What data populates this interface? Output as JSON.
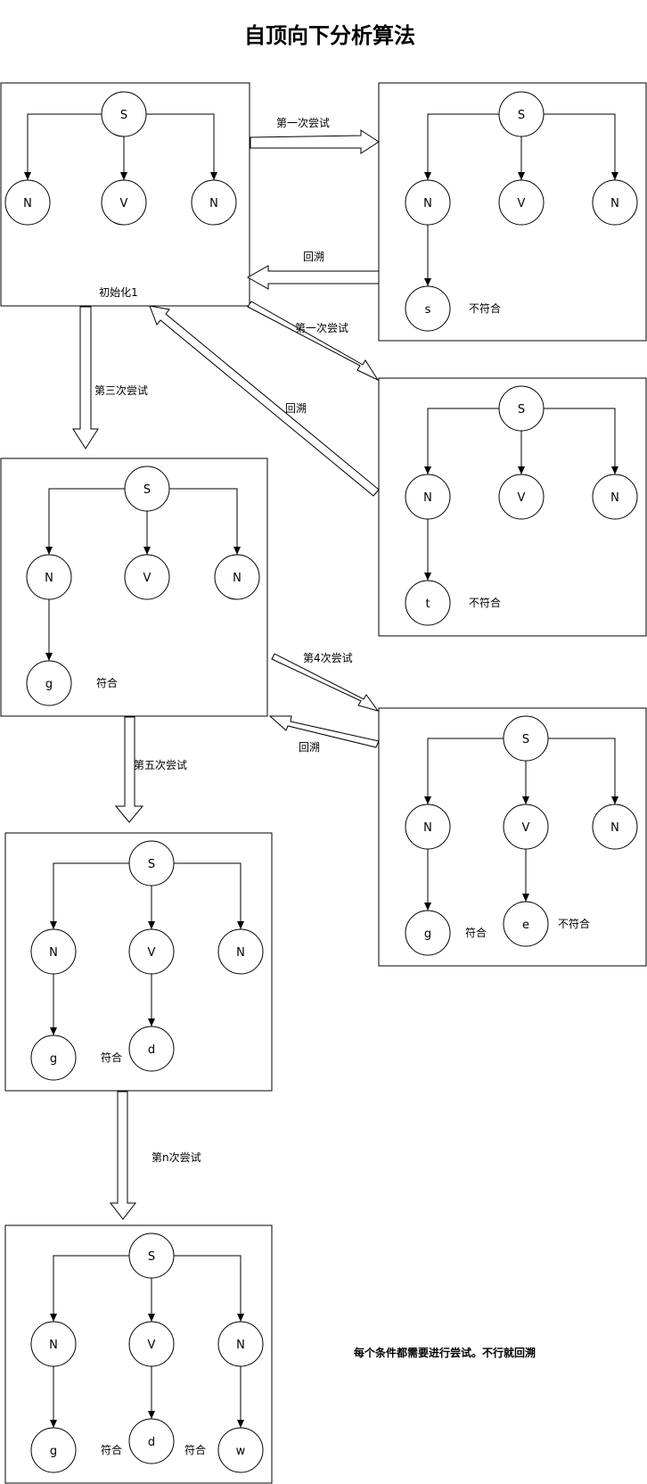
{
  "title": "自顶向下分析算法",
  "note": "每个条件都需要进行尝试。不行就回溯",
  "labels": {
    "box1_caption": "初始化1",
    "attempt_1a": "第一次尝试",
    "backtrack_1": "回溯",
    "attempt_1b": "第一次尝试",
    "backtrack_2": "回溯",
    "attempt_3": "第三次尝试",
    "attempt_4": "第4次尝试",
    "backtrack_3": "回溯",
    "attempt_5": "第五次尝试",
    "attempt_n": "第n次尝试"
  },
  "boxes": [
    {
      "id": "init",
      "root": "S",
      "children": [
        "N",
        "V",
        "N"
      ],
      "leaves": [],
      "results": []
    },
    {
      "id": "try1-s",
      "root": "S",
      "children": [
        "N",
        "V",
        "N"
      ],
      "leaves": [
        "s",
        "",
        ""
      ],
      "results": [
        "不符合"
      ]
    },
    {
      "id": "try1-t",
      "root": "S",
      "children": [
        "N",
        "V",
        "N"
      ],
      "leaves": [
        "t",
        "",
        ""
      ],
      "results": [
        "不符合"
      ]
    },
    {
      "id": "try3-g",
      "root": "S",
      "children": [
        "N",
        "V",
        "N"
      ],
      "leaves": [
        "g",
        "",
        ""
      ],
      "results": [
        "符合"
      ]
    },
    {
      "id": "try4-ge",
      "root": "S",
      "children": [
        "N",
        "V",
        "N"
      ],
      "leaves": [
        "g",
        "e",
        ""
      ],
      "results": [
        "符合",
        "不符合"
      ]
    },
    {
      "id": "try5-gd",
      "root": "S",
      "children": [
        "N",
        "V",
        "N"
      ],
      "leaves": [
        "g",
        "d",
        ""
      ],
      "results": [
        "符合"
      ]
    },
    {
      "id": "tryn-gdw",
      "root": "S",
      "children": [
        "N",
        "V",
        "N"
      ],
      "leaves": [
        "g",
        "d",
        "w"
      ],
      "results": [
        "符合",
        "符合"
      ]
    }
  ]
}
